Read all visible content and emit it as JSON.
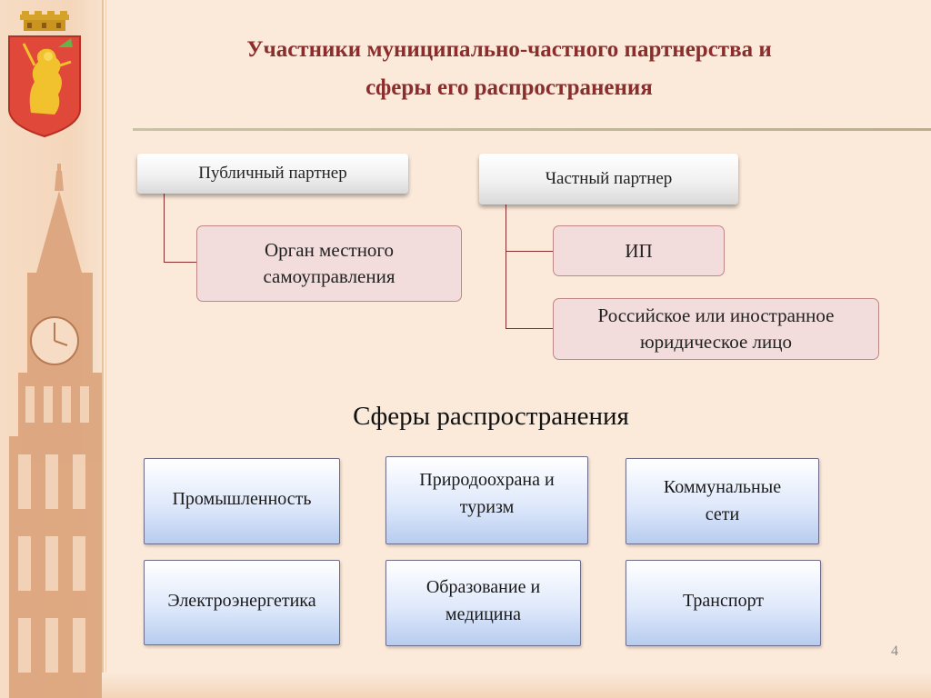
{
  "slide": {
    "title_line1": "Участники муниципально-частного партнерства и",
    "title_line2": "сферы его распространения",
    "page_number": "4"
  },
  "colors": {
    "title": "#8b2d2d",
    "background": "#fbe9d9",
    "connector": "#8b2d2d",
    "pink_box_fill": "#f3dcdc",
    "blue_box_fill": "#dfe9fb"
  },
  "icons": {
    "emblem": "city-coat-of-arms-icon",
    "tower": "clock-tower-icon"
  },
  "public_partner": {
    "label": "Публичный партнер",
    "children": [
      {
        "line1": "Орган местного",
        "line2": "самоуправления"
      }
    ]
  },
  "private_partner": {
    "label": "Частный партнер",
    "children": [
      {
        "line1": "ИП",
        "line2": ""
      },
      {
        "line1": "Российское или иностранное",
        "line2": "юридическое лицо"
      }
    ]
  },
  "spheres": {
    "heading": "Сферы распространения",
    "items": [
      {
        "line1": "Промышленность",
        "line2": ""
      },
      {
        "line1": "Природоохрана и",
        "line2": "туризм"
      },
      {
        "line1": "Коммунальные",
        "line2": "сети"
      },
      {
        "line1": "Электроэнергетика",
        "line2": ""
      },
      {
        "line1": "Образование и",
        "line2": "медицина"
      },
      {
        "line1": "Транспорт",
        "line2": ""
      }
    ]
  }
}
